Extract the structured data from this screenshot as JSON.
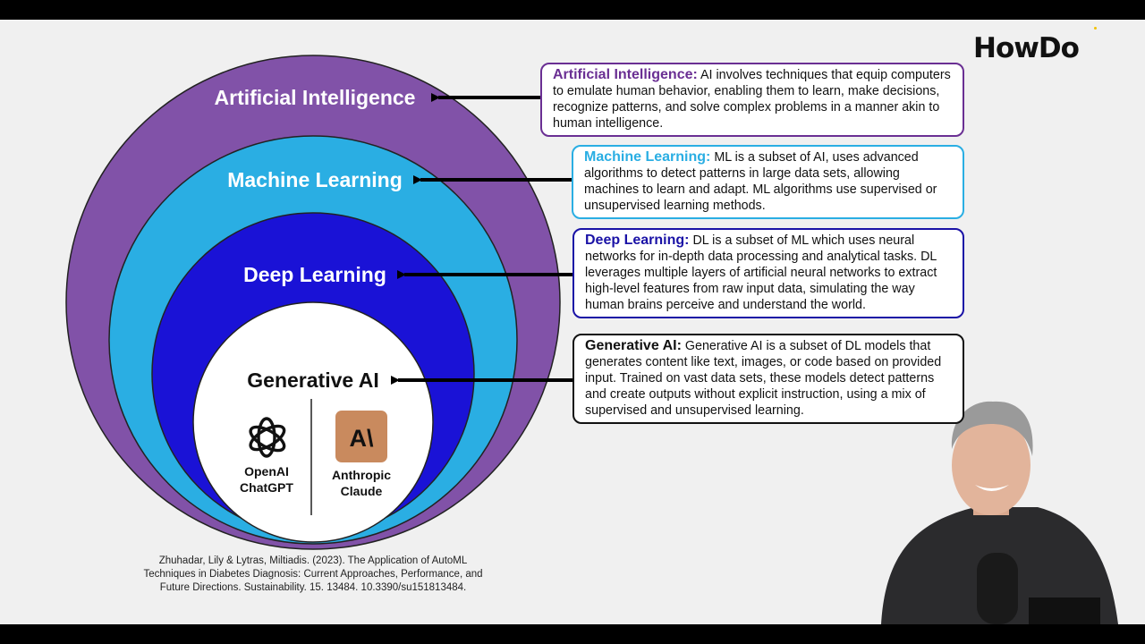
{
  "brand": {
    "logo_text": "HowDo",
    "logo_dot_color": "#f2c200"
  },
  "diagram": {
    "rings": [
      {
        "label": "Artificial Intelligence",
        "color": "#8152a8"
      },
      {
        "label": "Machine Learning",
        "color": "#2aaee3"
      },
      {
        "label": "Deep Learning",
        "color": "#1a12d6"
      },
      {
        "label": "Generative AI",
        "color": "#ffffff"
      }
    ],
    "products": [
      {
        "line1": "OpenAI",
        "line2": "ChatGPT",
        "icon": "openai-logo-icon"
      },
      {
        "line1": "Anthropic",
        "line2": "Claude",
        "icon": "anthropic-logo-icon",
        "icon_text": "A\\",
        "icon_bg": "#c98a5e"
      }
    ]
  },
  "definitions": [
    {
      "term": "Artificial Intelligence:",
      "text": "AI involves techniques that equip computers to emulate human behavior, enabling them to learn, make decisions, recognize patterns, and solve complex problems in a manner akin to human intelligence.",
      "color": "#6a2f93"
    },
    {
      "term": "Machine Learning:",
      "text": "ML is a subset of AI, uses advanced algorithms to detect patterns in large data sets, allowing machines to learn and adapt. ML algorithms use supervised or unsupervised learning methods.",
      "color": "#2aaee3"
    },
    {
      "term": "Deep Learning:",
      "text": "DL is a subset of ML which uses neural networks for in-depth data processing and analytical tasks. DL leverages multiple layers of artificial neural networks to extract high-level features from raw input data, simulating the way human brains perceive and understand the world.",
      "color": "#1a12a6"
    },
    {
      "term": "Generative AI:",
      "text": "Generative AI is a subset of DL models that generates content like text, images, or code based on provided input. Trained on vast data sets, these models detect patterns and create outputs without explicit instruction, using a mix of supervised and unsupervised learning.",
      "color": "#111111"
    }
  ],
  "citation": {
    "line1": "Zhuhadar, Lily & Lytras, Miltiadis. (2023). The Application of AutoML",
    "line2": "Techniques in Diabetes Diagnosis: Current Approaches, Performance, and",
    "line3": "Future Directions. Sustainability. 15. 13484. 10.3390/su151813484."
  }
}
